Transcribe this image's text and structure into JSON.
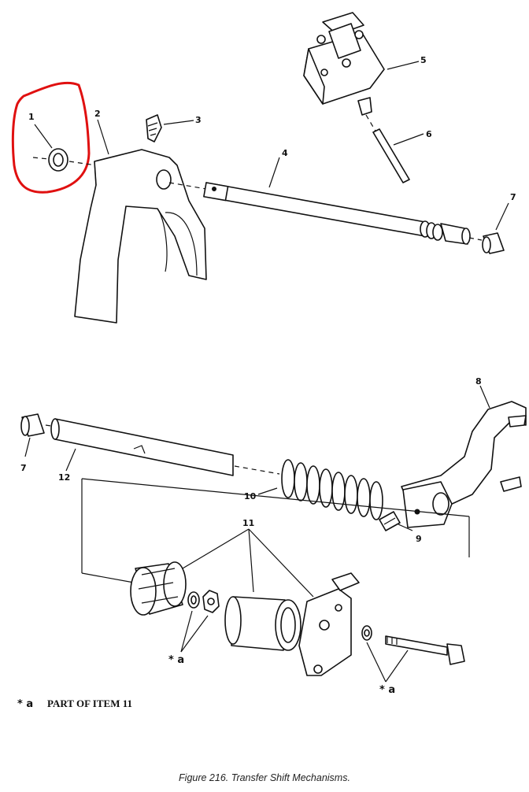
{
  "callouts": {
    "c1": "1",
    "c2": "2",
    "c3": "3",
    "c4": "4",
    "c5": "5",
    "c6": "6",
    "c7a": "7",
    "c7b": "7",
    "c8": "8",
    "c9": "9",
    "c10": "10",
    "c11": "11",
    "c12": "12"
  },
  "note": {
    "star_a_left": "* a",
    "star_a_right": "* a",
    "legend_marker": "* a",
    "legend_text": "PART OF ITEM  11"
  },
  "caption": "Figure 216.  Transfer Shift Mechanisms.",
  "highlight": {
    "color": "#e01010",
    "item": "1"
  }
}
